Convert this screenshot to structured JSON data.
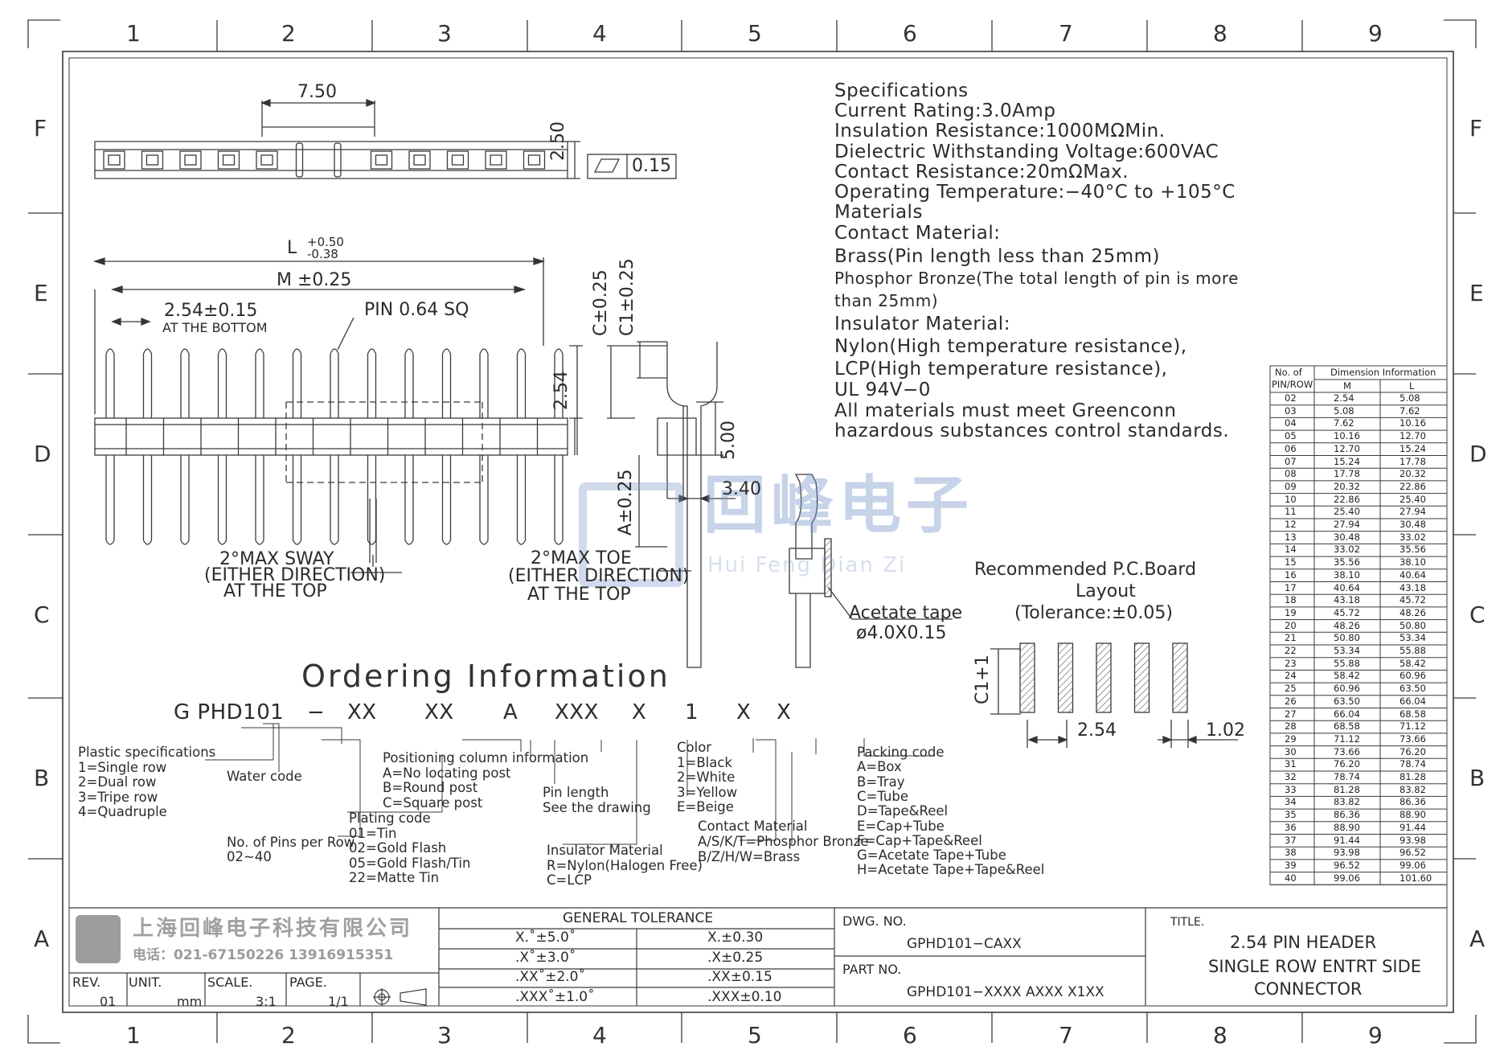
{
  "zones": {
    "cols": [
      "1",
      "2",
      "3",
      "4",
      "5",
      "6",
      "7",
      "8",
      "9"
    ],
    "rows": [
      "F",
      "E",
      "D",
      "C",
      "B",
      "A"
    ]
  },
  "top_view": {
    "dim_width": "7.50",
    "dim_height": "2.50",
    "flatness": "0.15"
  },
  "front_view": {
    "dim_L": "L",
    "dim_L_plus": "+0.50",
    "dim_L_minus": "-0.38",
    "dim_M": "M ±0.25",
    "dim_pitch": "2.54±0.15",
    "pitch_note": "AT THE BOTTOM",
    "pin_note": "PIN 0.64 SQ",
    "dim_254": "2.54",
    "sway_1": "2°MAX SWAY",
    "sway_2": "(EITHER DIRECTION)",
    "sway_3": "AT THE TOP"
  },
  "side_view": {
    "dim_C": "C±0.25",
    "dim_C1": "C1±0.25",
    "dim_500": "5.00",
    "dim_A": "A±0.25",
    "dim_340": "3.40",
    "toe_1": "2°MAX TOE",
    "toe_2": "(EITHER DIRECTION)",
    "toe_3": "AT THE TOP",
    "tape_1": "Acetate tape",
    "tape_2": "ø4.0X0.15"
  },
  "specifications": [
    "Specifications",
    "Current Rating:3.0Amp",
    "Insulation Resistance:1000MΩMin.",
    "Dielectric Withstanding Voltage:600VAC",
    "Contact Resistance:20mΩMax.",
    "Operating Temperature:−40°C to +105°C",
    "Materials",
    "Contact Material:",
    "Brass(Pin length less than 25mm)",
    "Phosphor Bronze(The total length of pin is more",
    "than 25mm)",
    "Insulator Material:",
    "Nylon(High temperature resistance),",
    "LCP(High temperature resistance),",
    "UL 94V−0",
    "All materials must meet Greenconn",
    "hazardous substances control standards."
  ],
  "watermark": {
    "cn": "回峰电子",
    "en": "Hui Feng Dian Zi"
  },
  "pcb": {
    "title_1": "Recommended P.C.Board",
    "title_2": "Layout",
    "title_3": "(Tolerance:±0.05)",
    "dim_c1": "C1+1",
    "dim_pitch": "2.54",
    "dim_pad": "1.02"
  },
  "dim_table": {
    "header_1": "No. of",
    "header_2": "PIN/ROW",
    "header_dim": "Dimension Information",
    "col_M": "M",
    "col_L": "L",
    "rows": [
      [
        "02",
        "2.54",
        "5.08"
      ],
      [
        "03",
        "5.08",
        "7.62"
      ],
      [
        "04",
        "7.62",
        "10.16"
      ],
      [
        "05",
        "10.16",
        "12.70"
      ],
      [
        "06",
        "12.70",
        "15.24"
      ],
      [
        "07",
        "15.24",
        "17.78"
      ],
      [
        "08",
        "17.78",
        "20.32"
      ],
      [
        "09",
        "20.32",
        "22.86"
      ],
      [
        "10",
        "22.86",
        "25.40"
      ],
      [
        "11",
        "25.40",
        "27.94"
      ],
      [
        "12",
        "27.94",
        "30.48"
      ],
      [
        "13",
        "30.48",
        "33.02"
      ],
      [
        "14",
        "33.02",
        "35.56"
      ],
      [
        "15",
        "35.56",
        "38.10"
      ],
      [
        "16",
        "38.10",
        "40.64"
      ],
      [
        "17",
        "40.64",
        "43.18"
      ],
      [
        "18",
        "43.18",
        "45.72"
      ],
      [
        "19",
        "45.72",
        "48.26"
      ],
      [
        "20",
        "48.26",
        "50.80"
      ],
      [
        "21",
        "50.80",
        "53.34"
      ],
      [
        "22",
        "53.34",
        "55.88"
      ],
      [
        "23",
        "55.88",
        "58.42"
      ],
      [
        "24",
        "58.42",
        "60.96"
      ],
      [
        "25",
        "60.96",
        "63.50"
      ],
      [
        "26",
        "63.50",
        "66.04"
      ],
      [
        "27",
        "66.04",
        "68.58"
      ],
      [
        "28",
        "68.58",
        "71.12"
      ],
      [
        "29",
        "71.12",
        "73.66"
      ],
      [
        "30",
        "73.66",
        "76.20"
      ],
      [
        "31",
        "76.20",
        "78.74"
      ],
      [
        "32",
        "78.74",
        "81.28"
      ],
      [
        "33",
        "81.28",
        "83.82"
      ],
      [
        "34",
        "83.82",
        "86.36"
      ],
      [
        "35",
        "86.36",
        "88.90"
      ],
      [
        "36",
        "88.90",
        "91.44"
      ],
      [
        "37",
        "91.44",
        "93.98"
      ],
      [
        "38",
        "93.98",
        "96.52"
      ],
      [
        "39",
        "96.52",
        "99.06"
      ],
      [
        "40",
        "99.06",
        "101.60"
      ]
    ]
  },
  "ordering": {
    "title": "Ordering Information",
    "code": [
      "G PHD101",
      "−",
      "XX",
      "XX",
      "A",
      "XXX",
      "X",
      "1",
      "X",
      "X"
    ],
    "plastic": [
      "Plastic specifications",
      "1=Single row",
      "2=Dual row",
      "3=Tripe row",
      "4=Quadruple"
    ],
    "water": [
      "Water code"
    ],
    "pins": [
      "No. of Pins per Row",
      "02~40"
    ],
    "plating": [
      "Plating code",
      "01=Tin",
      "02=Gold Flash",
      "05=Gold Flash/Tin",
      "22=Matte Tin"
    ],
    "positioning": [
      "Positioning column information",
      "A=No locating post",
      "B=Round post",
      "C=Square post"
    ],
    "pinlen": [
      "Pin length",
      "See the drawing"
    ],
    "insulator": [
      "Insulator Material",
      "R=Nylon(Halogen Free)",
      "C=LCP"
    ],
    "color": [
      "Color",
      "1=Black",
      "2=White",
      "3=Yellow",
      "E=Beige"
    ],
    "contact": [
      "Contact Material",
      "A/S/K/T=Phosphor Bronze",
      "B/Z/H/W=Brass"
    ],
    "packing": [
      "Packing code",
      "A=Box",
      "B=Tray",
      "C=Tube",
      "D=Tape&Reel",
      "E=Cap+Tube",
      "F=Cap+Tape&Reel",
      "G=Acetate Tape+Tube",
      "H=Acetate Tape+Tape&Reel"
    ]
  },
  "title_block": {
    "company": "上海回峰电子科技有限公司",
    "phone": "电话：021-67150226  13916915351",
    "rev_label": "REV.",
    "rev": "01",
    "unit_label": "UNIT.",
    "unit": "mm",
    "scale_label": "SCALE.",
    "scale": "3:1",
    "page_label": "PAGE.",
    "page": "1/1",
    "tol_title": "GENERAL TOLERANCE",
    "tol": [
      [
        "X.˚±5.0˚",
        "X.±0.30"
      ],
      [
        ".X˚±3.0˚",
        ".X±0.25"
      ],
      [
        ".XX˚±2.0˚",
        ".XX±0.15"
      ],
      [
        ".XXX˚±1.0˚",
        ".XXX±0.10"
      ]
    ],
    "dwg_label": "DWG. NO.",
    "dwg": "GPHD101−CAXX",
    "part_label": "PART NO.",
    "part": "GPHD101−XXXX AXXX X1XX",
    "title_label": "TITLE.",
    "title_1": "2.54 PIN HEADER",
    "title_2": "SINGLE ROW ENTRT SIDE",
    "title_3": "CONNECTOR"
  },
  "colors": {
    "line": "#3a3a3a",
    "hatch": "#555555",
    "watermark": "#7896c8"
  }
}
